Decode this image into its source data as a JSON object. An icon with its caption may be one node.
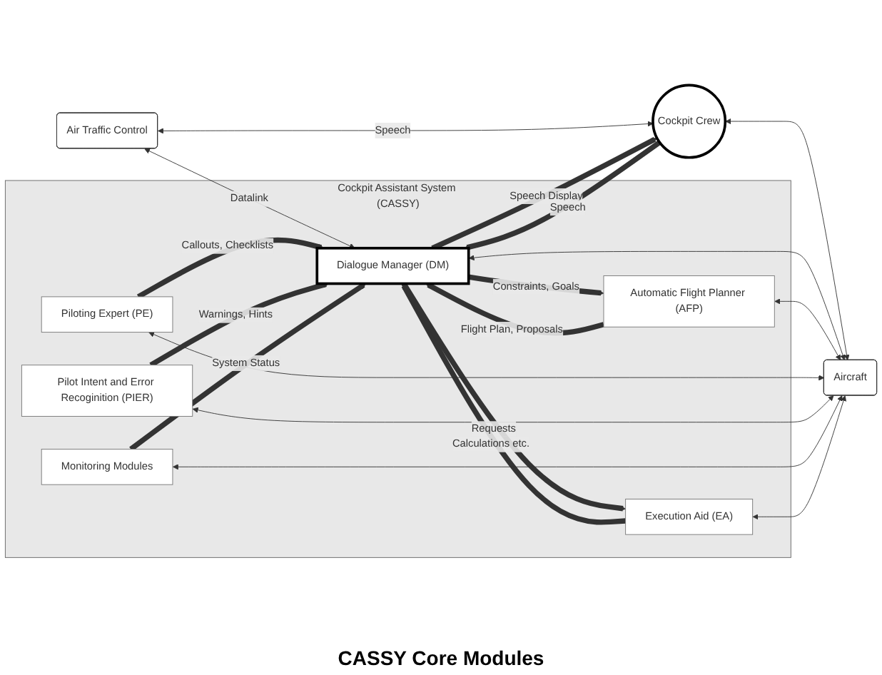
{
  "diagram": {
    "nodes": [
      {
        "text": [
          "Air Traffic Control"
        ]
      },
      {
        "text": [
          "Cockpit Assistant System (CASSY)"
        ]
      },
      {
        "text": [
          "Dialogue Manager (DM)"
        ],
        "in": 1
      },
      {
        "text": [
          "Automatic Flight Planner (AFP)"
        ],
        "in": 1
      },
      {
        "text": [
          "Piloting Expert (PE)"
        ],
        "in": 1
      },
      {
        "text": [
          "Pilot Intent and Error Recoginition (PIER)"
        ],
        "in": 1
      },
      {
        "text": [
          "Monitoring Modules"
        ],
        "in": 1
      },
      {
        "text": [
          "Execution Aid (EA)"
        ],
        "in": 1
      },
      {
        "text": [
          "Cockpit Crew"
        ]
      },
      {
        "text": [
          "Aircraft"
        ]
      }
    ],
    "edges": [
      {
        "from": 0,
        "to": 2,
        "arrow": "both",
        "label": "Datalink"
      },
      {
        "from": 0,
        "to": 8,
        "arrow": "both",
        "label": "Speech"
      },
      {
        "from": 2,
        "to": 8,
        "arrow": "to",
        "label": "Speech Display",
        "style": "thick"
      },
      {
        "from": 8,
        "to": 2,
        "arrow": "to",
        "label": "Speech",
        "style": "thick"
      },
      {
        "from": 3,
        "to": 2,
        "arrow": "to",
        "label": "Flight Plan, Proposals",
        "style": "thick"
      },
      {
        "from": 2,
        "to": 3,
        "arrow": "to",
        "label": "Constraints, Goals",
        "style": "thick"
      },
      {
        "from": 4,
        "to": 2,
        "arrow": "to",
        "label": "Callouts, Checklists",
        "style": "thick"
      },
      {
        "from": 5,
        "to": 2,
        "arrow": "to",
        "label": "Warnings, Hints",
        "style": "thick"
      },
      {
        "from": 6,
        "to": 2,
        "arrow": "to",
        "label": "System Status",
        "style": "thick"
      },
      {
        "from": 7,
        "to": 2,
        "arrow": "to",
        "label": "Calculations etc.",
        "style": "thick"
      },
      {
        "from": 2,
        "to": 7,
        "arrow": "to",
        "label": "Requests",
        "style": "thick"
      },
      {
        "from": 8,
        "to": 9,
        "arrow": "both"
      },
      {
        "from": 2,
        "to": 9,
        "arrow": "both"
      },
      {
        "from": 3,
        "to": 9,
        "arrow": "both"
      },
      {
        "from": 4,
        "to": 9,
        "arrow": "both"
      },
      {
        "from": 5,
        "to": 9,
        "arrow": "both"
      },
      {
        "from": 6,
        "to": 9,
        "arrow": "both"
      },
      {
        "from": 7,
        "to": 9,
        "arrow": "both"
      }
    ],
    "labels": [
      "CASSY Core Modules"
    ]
  }
}
